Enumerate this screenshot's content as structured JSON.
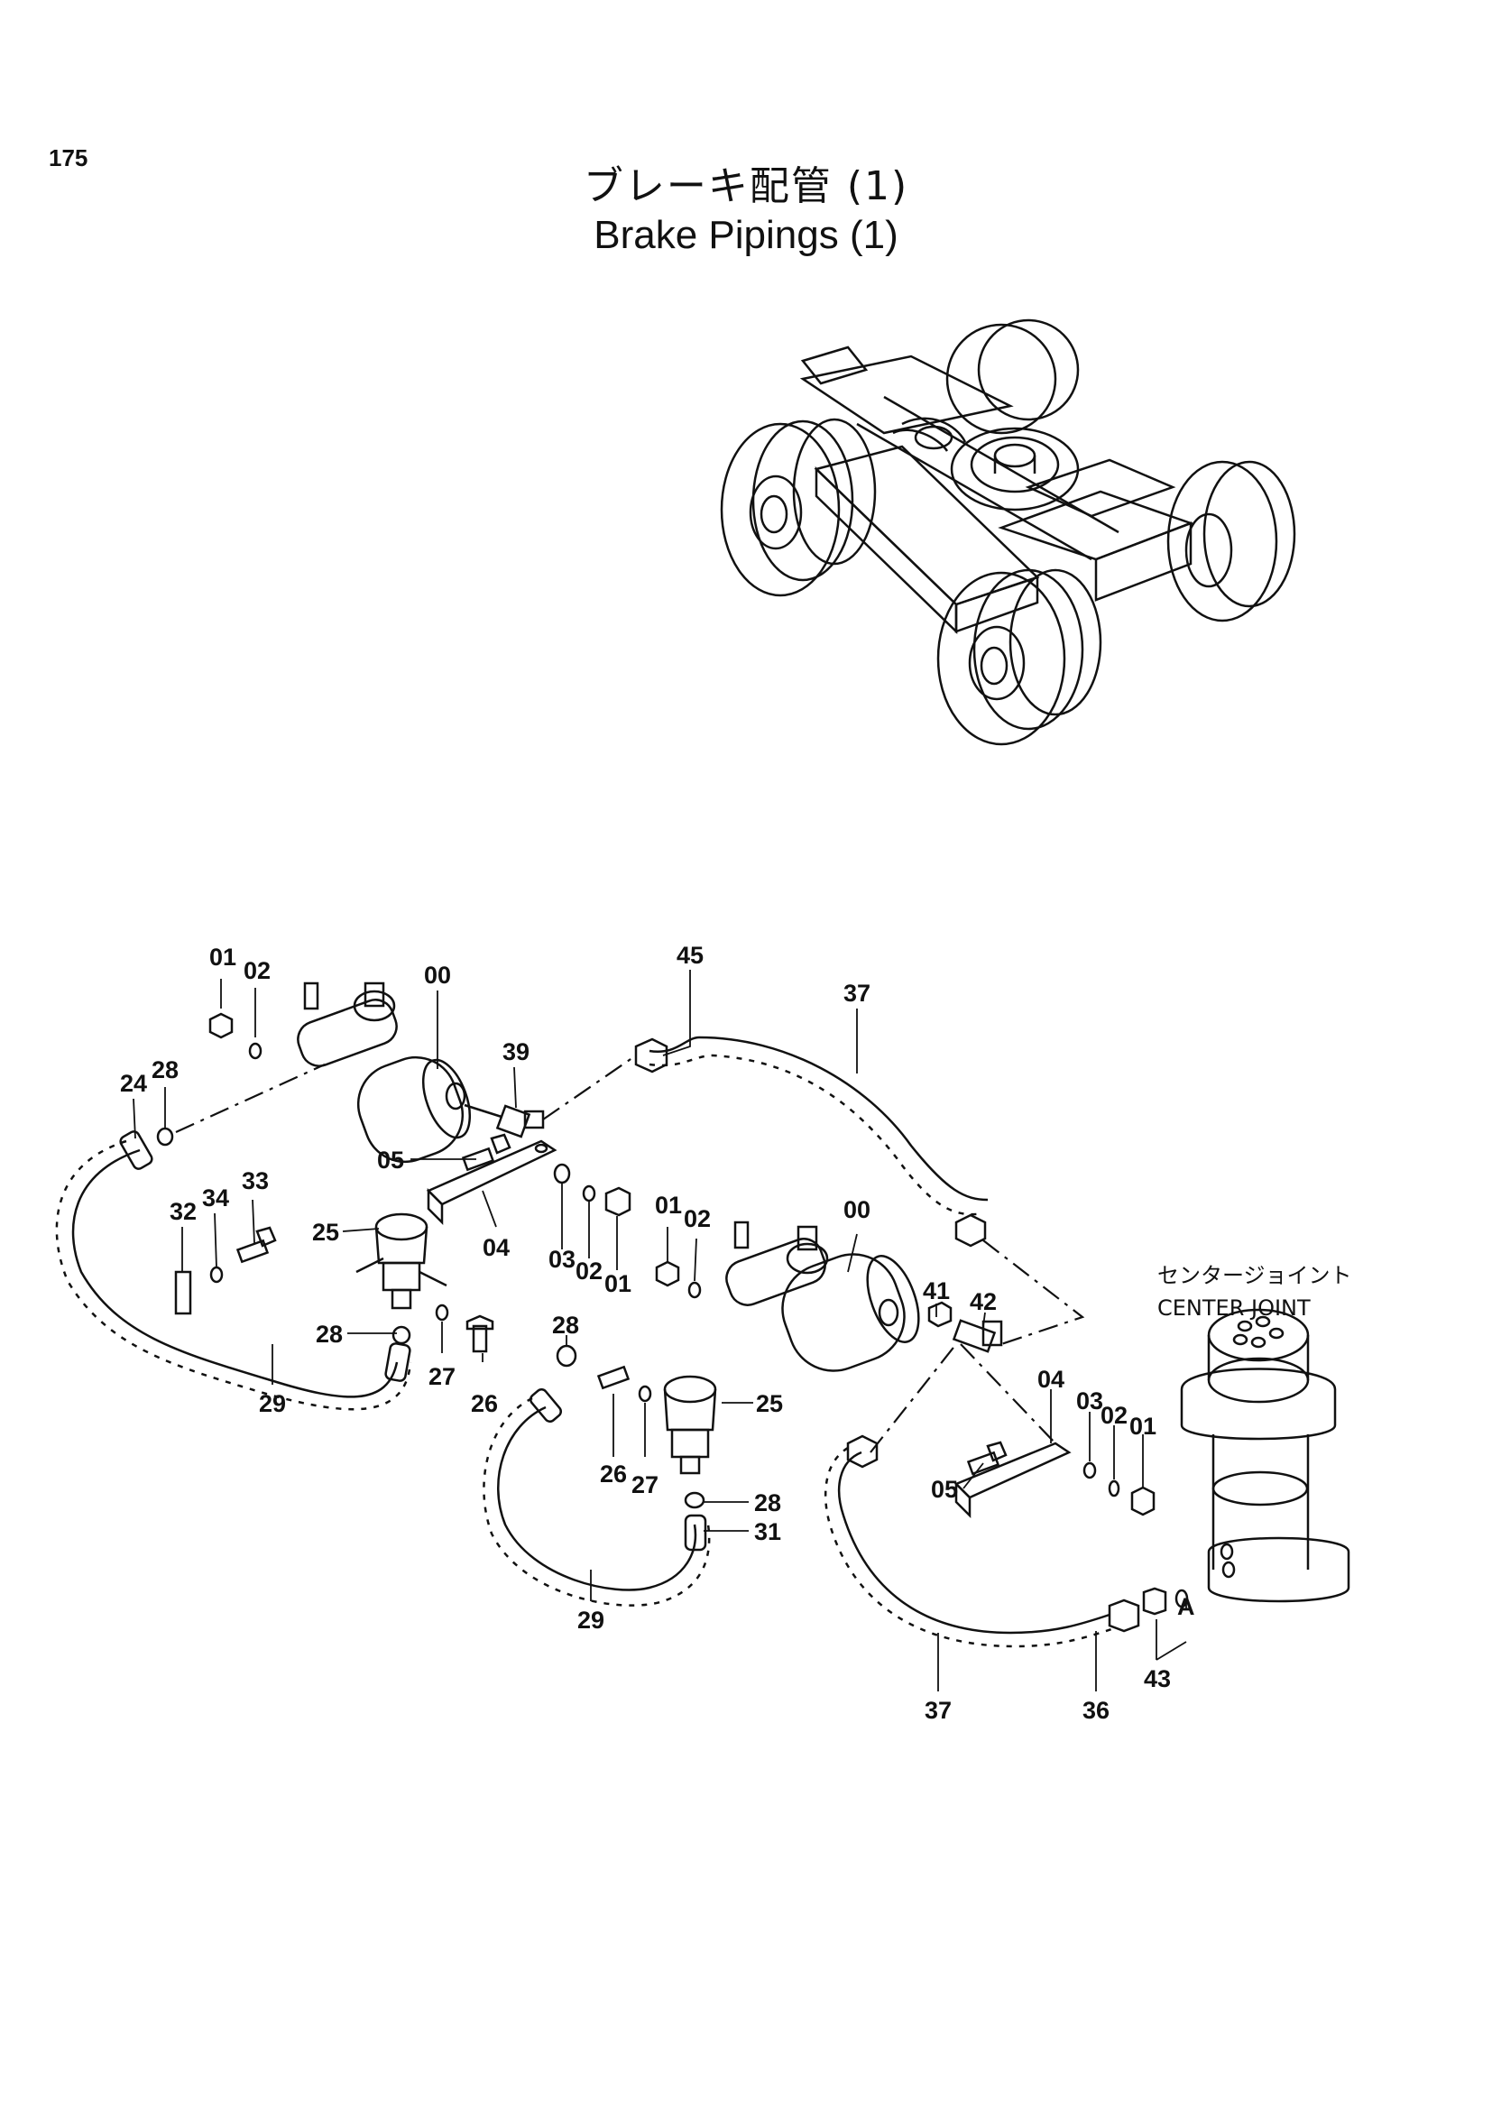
{
  "header": {
    "page_number": "175",
    "title_jp": "ブレーキ配管 (1)",
    "title_en": "Brake Pipings (1)"
  },
  "center_joint": {
    "label_jp": "センタージョイント",
    "label_en": "CENTER JOINT"
  },
  "callouts": {
    "c01a": "01",
    "c02a": "02",
    "c00a": "00",
    "c45": "45",
    "c37a": "37",
    "c39": "39",
    "c28a": "28",
    "c24": "24",
    "c05a": "05",
    "c33": "33",
    "c34": "34",
    "c32": "32",
    "c25a": "25",
    "c04a": "04",
    "c03a": "03",
    "c02b": "02",
    "c01b": "01",
    "c28b": "28",
    "c27a": "27",
    "c26a": "26",
    "c29a": "29",
    "c01c": "01",
    "c02c": "02",
    "c00b": "00",
    "c41": "41",
    "c42": "42",
    "c28c": "28",
    "c25b": "25",
    "c04b": "04",
    "c03b": "03",
    "c02d": "02",
    "c01d": "01",
    "c05b": "05",
    "c26b": "26",
    "c27b": "27",
    "c28d": "28",
    "c31": "31",
    "c29b": "29",
    "c37b": "37",
    "c36": "36",
    "c43": "43",
    "cA": "A"
  }
}
